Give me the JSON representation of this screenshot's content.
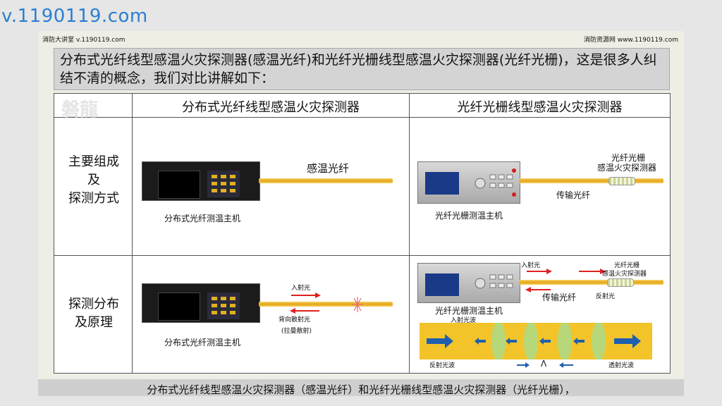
{
  "watermark": "v.1190119.com",
  "slide": {
    "header_left": "消防大讲堂 v.1190119.com",
    "header_right": "消防资源网 www.1190119.com",
    "title": "分布式光纤线型感温火灾探测器(感温光纤)和光纤光栅线型感温火灾探测器(光纤光栅)，这是很多人纠结不清的概念，我们对比讲解如下：",
    "seal_text": "磐龍",
    "footer": "分布式光纤线型感温火灾探测器（感温光纤）和光纤光栅线型感温火灾探测器（光纤光栅），"
  },
  "table": {
    "col_headers": [
      "分布式光纤线型感温火灾探测器",
      "光纤光栅线型感温火灾探测器"
    ],
    "row_headers": {
      "row1": [
        "主要组成",
        "及",
        "探测方式"
      ],
      "row2": [
        "探测分布",
        "及原理"
      ]
    },
    "row1_left": {
      "fiber_label": "感温光纤",
      "host_label": "分布式光纤测温主机"
    },
    "row1_right": {
      "detector_label_1": "光纤光栅",
      "detector_label_2": "感温火灾探测器",
      "fiber_label": "传输光纤",
      "host_label": "光纤光栅测温主机"
    },
    "row2_left": {
      "incident": "入射光",
      "backscatter": "背向散射光",
      "raman": "(拉曼散射)",
      "host_label": "分布式光纤测温主机"
    },
    "row2_right": {
      "incident": "入射光",
      "detector_label_1": "光纤光栅",
      "detector_label_2": "感温火灾探测器",
      "fiber_label": "传输光纤",
      "reflected": "反射光",
      "host_label": "光纤光栅测温主机",
      "incident_wave": "入射光波",
      "reflected_wave": "反射光波",
      "lambda": "Λ",
      "transmitted_wave": "透射光波"
    }
  },
  "colors": {
    "watermark": "#2a7fd0",
    "fiber": "#e4a516",
    "arrow_red": "#e02020",
    "arrow_blue": "#1f5fb0",
    "grating_green": "#b6d87a"
  }
}
